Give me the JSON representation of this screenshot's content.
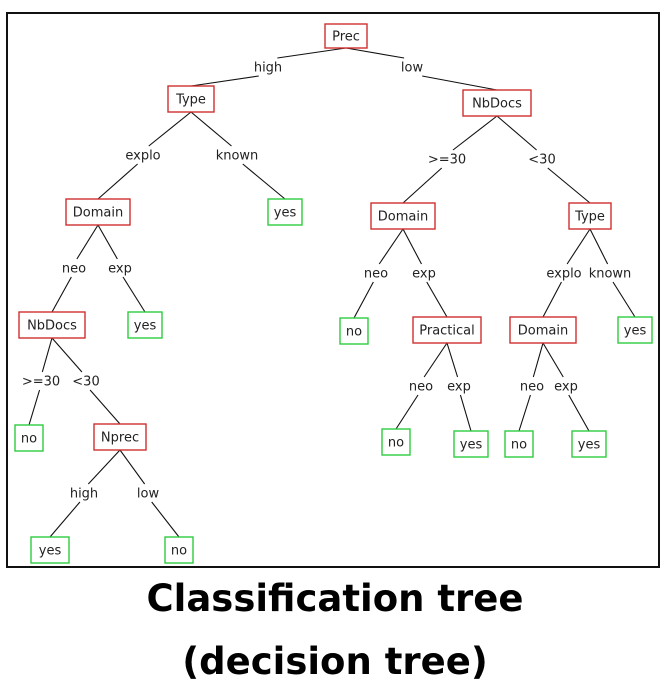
{
  "colors": {
    "internal_border": "#d03030",
    "leaf_border": "#2ecc40",
    "edge": "#111111",
    "text": "#222222"
  },
  "caption": {
    "line1": "Classification tree",
    "line2": "(decision tree)"
  },
  "tree": {
    "nodes": [
      {
        "id": "n1",
        "label": "Prec",
        "kind": "internal"
      },
      {
        "id": "n2",
        "label": "Type",
        "kind": "internal"
      },
      {
        "id": "n3",
        "label": "NbDocs",
        "kind": "internal"
      },
      {
        "id": "n4",
        "label": "Domain",
        "kind": "internal"
      },
      {
        "id": "n5",
        "label": "yes",
        "kind": "leaf"
      },
      {
        "id": "n6",
        "label": "Domain",
        "kind": "internal"
      },
      {
        "id": "n7",
        "label": "Type",
        "kind": "internal"
      },
      {
        "id": "n8",
        "label": "NbDocs",
        "kind": "internal"
      },
      {
        "id": "n9",
        "label": "yes",
        "kind": "leaf"
      },
      {
        "id": "n10",
        "label": "no",
        "kind": "leaf"
      },
      {
        "id": "n11",
        "label": "Practical",
        "kind": "internal"
      },
      {
        "id": "n12",
        "label": "Domain",
        "kind": "internal"
      },
      {
        "id": "n13",
        "label": "yes",
        "kind": "leaf"
      },
      {
        "id": "n14",
        "label": "no",
        "kind": "leaf"
      },
      {
        "id": "n15",
        "label": "Nprec",
        "kind": "internal"
      },
      {
        "id": "n16",
        "label": "yes",
        "kind": "leaf"
      },
      {
        "id": "n17",
        "label": "no",
        "kind": "leaf"
      },
      {
        "id": "n18",
        "label": "no",
        "kind": "leaf"
      },
      {
        "id": "n19",
        "label": "yes",
        "kind": "leaf"
      },
      {
        "id": "n20",
        "label": "no",
        "kind": "leaf"
      },
      {
        "id": "n21",
        "label": "yes",
        "kind": "leaf"
      }
    ],
    "edges": [
      {
        "from": "n1",
        "to": "n2",
        "label": "high"
      },
      {
        "from": "n1",
        "to": "n3",
        "label": "low"
      },
      {
        "from": "n2",
        "to": "n4",
        "label": "explo"
      },
      {
        "from": "n2",
        "to": "n5",
        "label": "known"
      },
      {
        "from": "n3",
        "to": "n6",
        "label": ">=30"
      },
      {
        "from": "n3",
        "to": "n7",
        "label": "<30"
      },
      {
        "from": "n4",
        "to": "n8",
        "label": "neo"
      },
      {
        "from": "n4",
        "to": "n9",
        "label": "exp"
      },
      {
        "from": "n6",
        "to": "n10",
        "label": "neo"
      },
      {
        "from": "n6",
        "to": "n11",
        "label": "exp"
      },
      {
        "from": "n7",
        "to": "n12",
        "label": "explo"
      },
      {
        "from": "n7",
        "to": "n13",
        "label": "known"
      },
      {
        "from": "n8",
        "to": "n14",
        "label": ">=30"
      },
      {
        "from": "n8",
        "to": "n15",
        "label": "<30"
      },
      {
        "from": "n11",
        "to": "n18",
        "label": "neo"
      },
      {
        "from": "n11",
        "to": "n19",
        "label": "exp"
      },
      {
        "from": "n12",
        "to": "n20",
        "label": "neo"
      },
      {
        "from": "n12",
        "to": "n21",
        "label": "exp"
      },
      {
        "from": "n15",
        "to": "n16",
        "label": "high"
      },
      {
        "from": "n15",
        "to": "n17",
        "label": "low"
      }
    ]
  }
}
